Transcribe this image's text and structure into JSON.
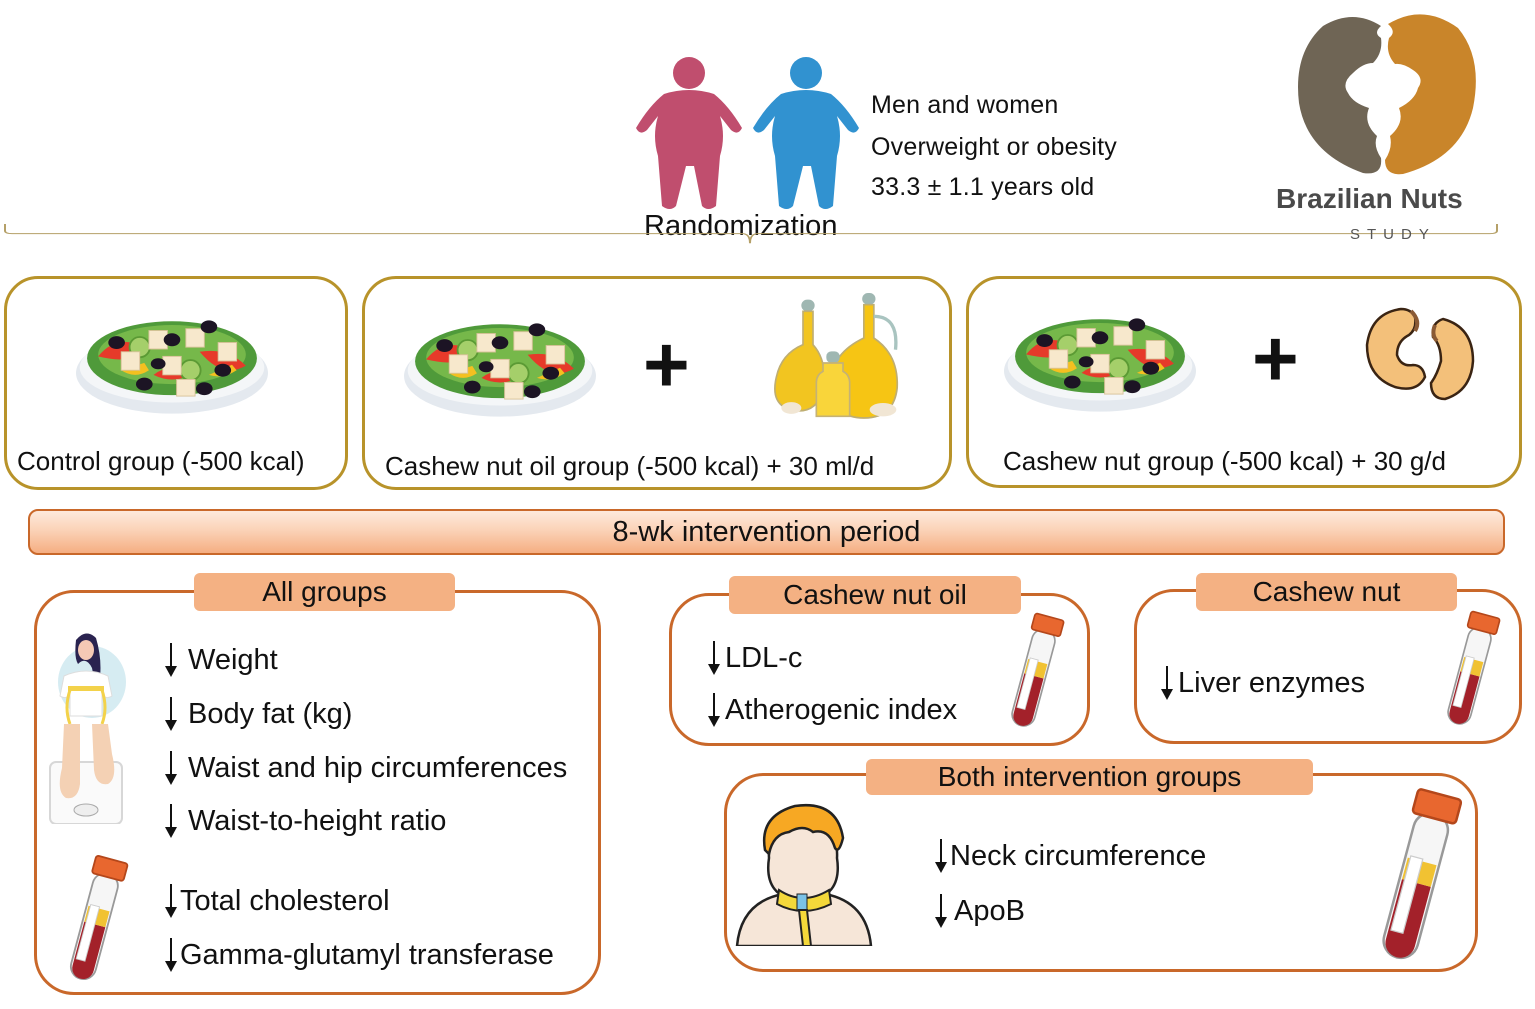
{
  "header": {
    "demographics": [
      "Men and women",
      "Overweight or obesity",
      "33.3 ± 1.1 years old"
    ],
    "randomization_label": "Randomization",
    "figure_colors": {
      "female": "#c04e6e",
      "male": "#3192d0"
    }
  },
  "logo": {
    "title": "Brazilian Nuts",
    "subtitle": "STUDY",
    "colors": {
      "left": "#6f6555",
      "right": "#c9852a"
    }
  },
  "groups": [
    {
      "label": "Control group (-500 kcal)",
      "icons": [
        "salad-icon"
      ]
    },
    {
      "label": "Cashew nut oil group (-500 kcal) + 30 ml/d",
      "icons": [
        "salad-icon",
        "plus-icon",
        "oil-bottles-icon"
      ],
      "plus": "+"
    },
    {
      "label": "Cashew nut group (-500 kcal) + 30 g/d",
      "icons": [
        "salad-icon",
        "plus-icon",
        "cashew-icon"
      ],
      "plus": "+"
    }
  ],
  "intervention": {
    "label": "8-wk intervention period"
  },
  "outcomes": {
    "all_groups": {
      "title": "All groups",
      "anthropometric": [
        "Weight",
        "Body fat (kg)",
        "Waist and hip circumferences",
        "Waist-to-height ratio"
      ],
      "biochemical": [
        "Total cholesterol",
        "Gamma-glutamyl transferase"
      ]
    },
    "cashew_nut_oil": {
      "title": "Cashew nut oil",
      "items": [
        "LDL-c",
        "Atherogenic index"
      ]
    },
    "cashew_nut": {
      "title": "Cashew nut",
      "items": [
        "Liver enzymes"
      ]
    },
    "both_groups": {
      "title": "Both intervention groups",
      "items": [
        "Neck circumference",
        "ApoB"
      ]
    }
  },
  "colors": {
    "group_border": "#b8932a",
    "outcome_border": "#c9682a",
    "tab_fill": "#f4b183"
  }
}
